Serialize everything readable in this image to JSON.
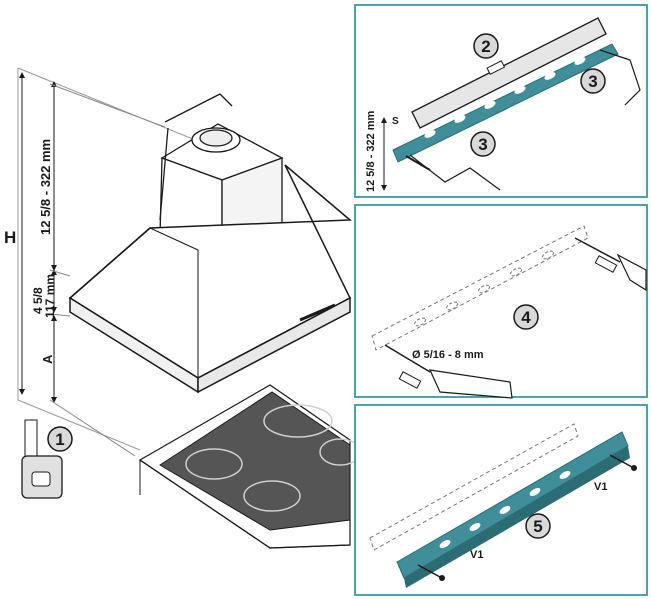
{
  "colors": {
    "panel_border": "#4aa3ad",
    "bracket_fill": "#3f8e99",
    "bracket_dark": "#2b6c75",
    "badge_fill": "#d9d9d9",
    "cooktop_dark": "#555555",
    "level_fill": "#e6e6e6"
  },
  "main_view": {
    "height_label": "H",
    "dim_upper": "12 5/8 - 322 mm",
    "dim_middle_imperial": "4 5/8",
    "dim_middle_metric": "117 mm",
    "dim_lower": "A",
    "step_badge": "1"
  },
  "panel_top": {
    "dim_label": "12 5/8 - 322 mm",
    "mark_label": "S",
    "badge_level": "2",
    "badge_mark": "3",
    "badge_right": "3"
  },
  "panel_middle": {
    "drill_label": "Ø  5/16 - 8 mm",
    "badge": "4"
  },
  "panel_bottom": {
    "screw_label_right": "V1",
    "screw_label_left": "V1",
    "badge": "5"
  }
}
